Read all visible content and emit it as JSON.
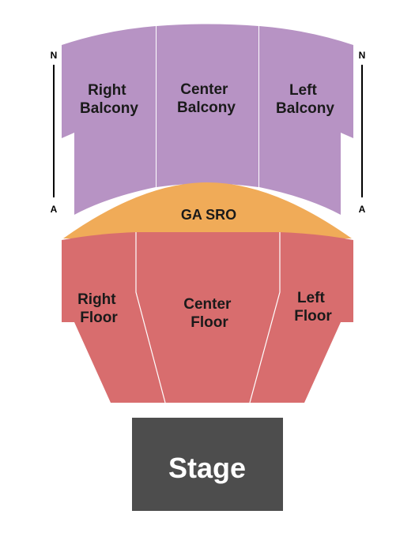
{
  "colors": {
    "balcony": "#b793c4",
    "ga": "#f0ab58",
    "floor": "#d86d6e",
    "stage": "#4d4d4d",
    "stage_text": "#ffffff",
    "label_text": "#1a1a1a",
    "row_marker": "#000000"
  },
  "sections": {
    "right_balcony": {
      "line1": "Right",
      "line2": "Balcony"
    },
    "center_balcony": {
      "line1": "Center",
      "line2": "Balcony"
    },
    "left_balcony": {
      "line1": "Left",
      "line2": "Balcony"
    },
    "ga_sro": {
      "label": "GA SRO"
    },
    "right_floor": {
      "line1": "Right",
      "line2": "Floor"
    },
    "center_floor": {
      "line1": "Center",
      "line2": "Floor"
    },
    "left_floor": {
      "line1": "Left",
      "line2": "Floor"
    }
  },
  "stage": {
    "label": "Stage"
  },
  "row_markers": {
    "left": {
      "top": "N",
      "bottom": "A"
    },
    "right": {
      "top": "N",
      "bottom": "A"
    }
  }
}
